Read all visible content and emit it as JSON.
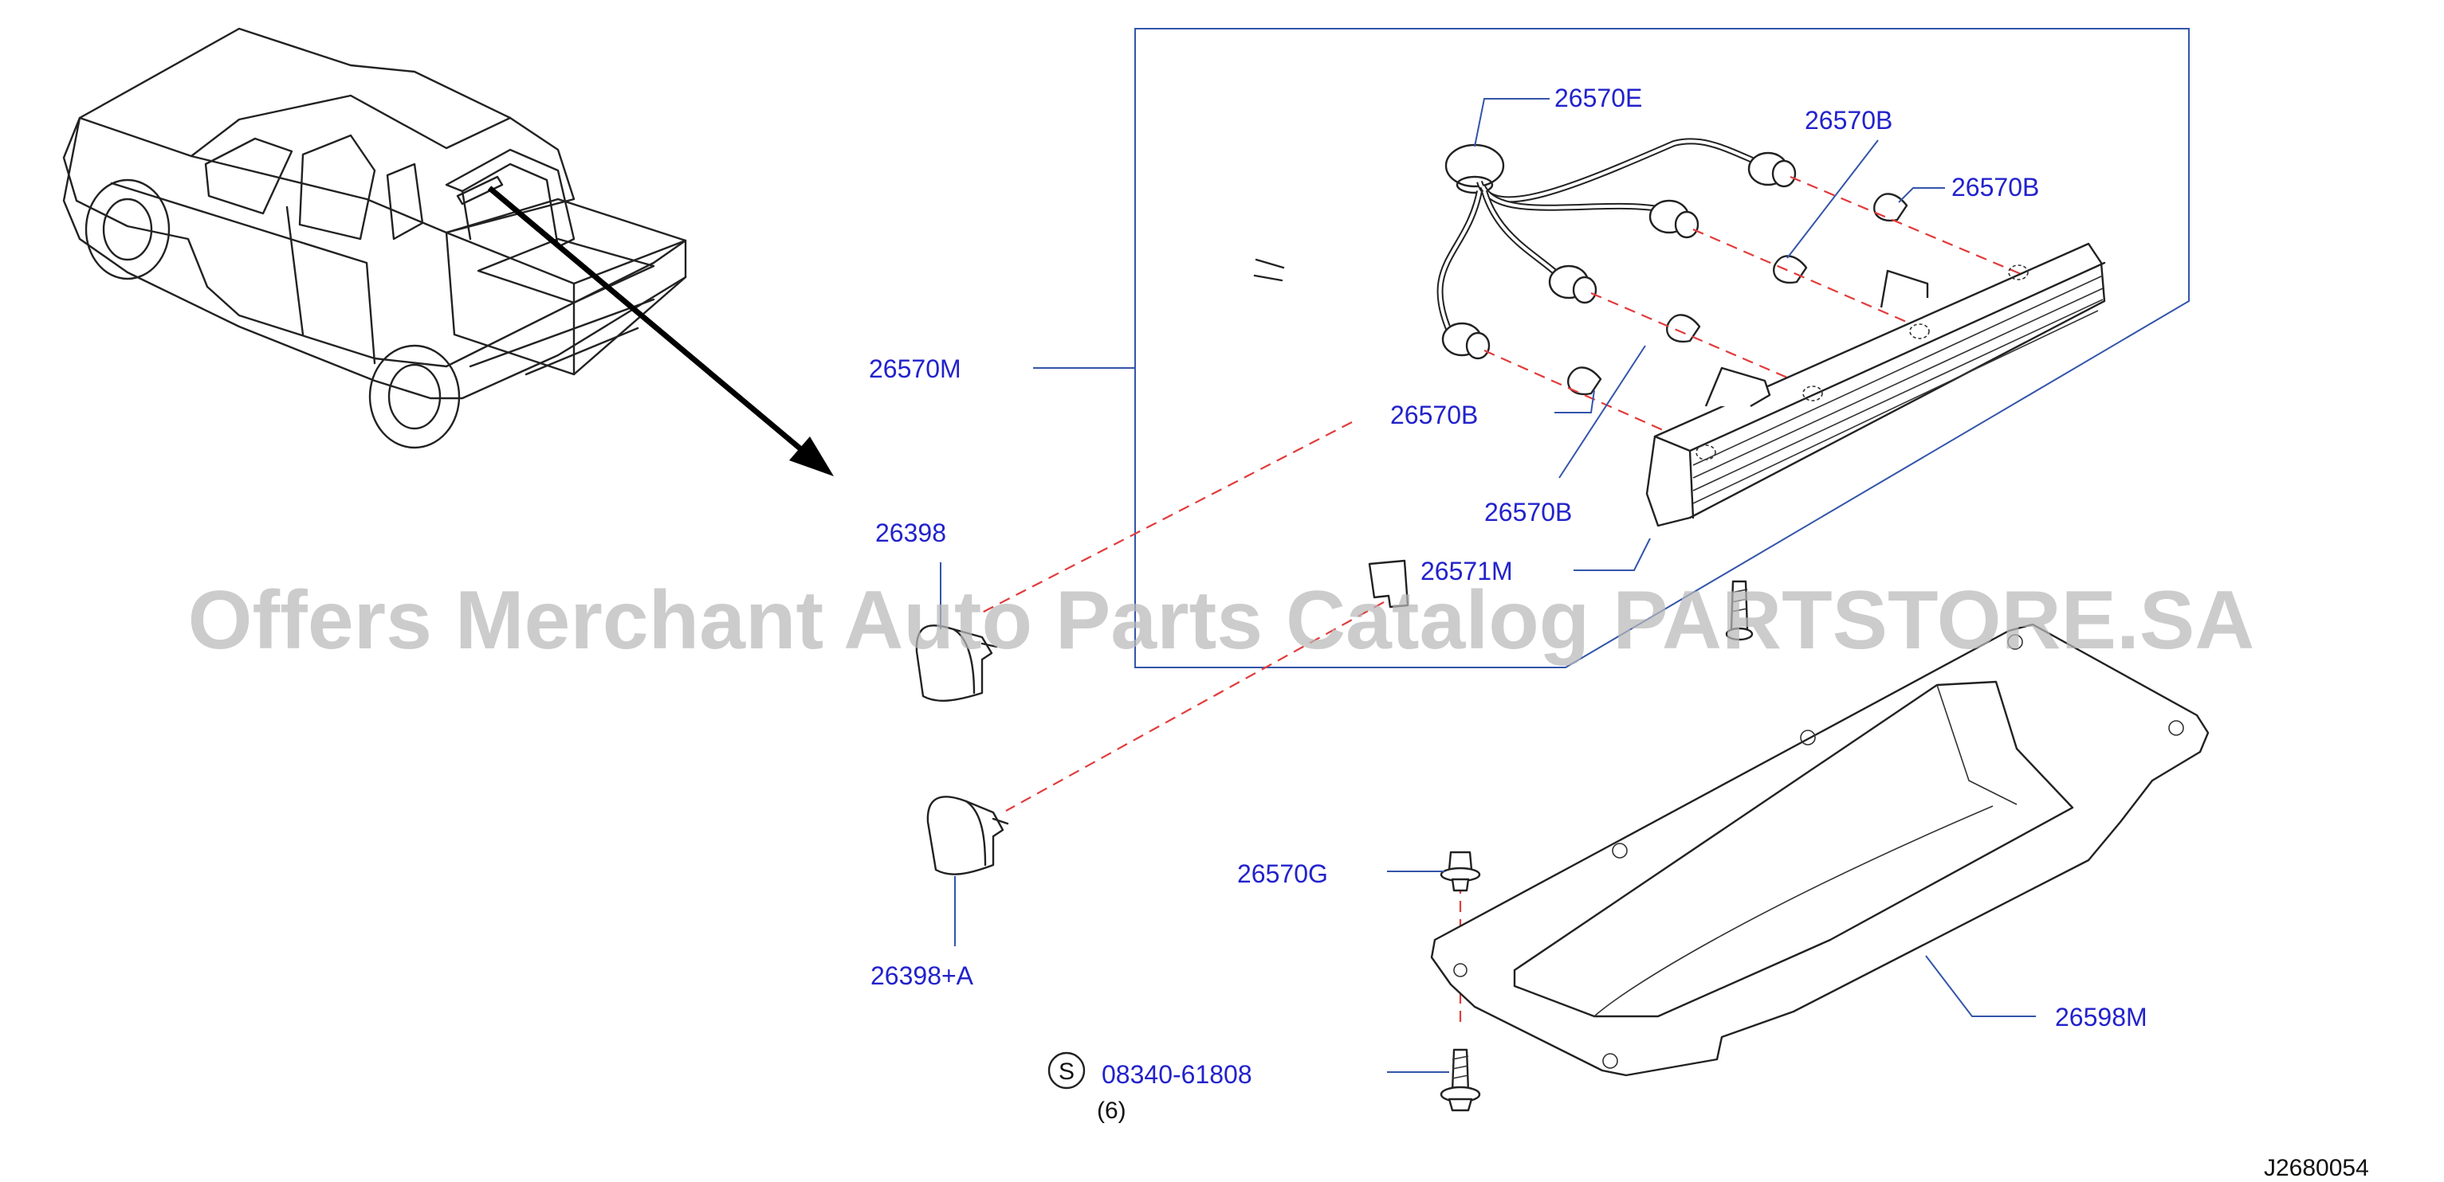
{
  "diagram": {
    "watermark": "Offers Merchant Auto Parts Catalog PARTSTORE.SA",
    "diagram_code": "J2680054",
    "callouts": {
      "harness_e": "26570E",
      "bulb_b_1": "26570B",
      "bulb_b_2": "26570B",
      "bulb_b_3": "26570B",
      "bulb_b_4": "26570B",
      "assembly_m": "26570M",
      "lamp_body": "26571M",
      "clip": "26398",
      "clip_a": "26398+A",
      "grommet_g": "26570G",
      "finisher": "26598M",
      "screw": "08340-61808",
      "screw_qty": "(6)",
      "screw_symbol": "S"
    },
    "colors": {
      "callout_text": "#2222cc",
      "leader_line": "#3355aa",
      "dashed_guide": "#e23b3b",
      "drawing_ink": "#222222",
      "watermark": "#b8b8b8"
    }
  }
}
